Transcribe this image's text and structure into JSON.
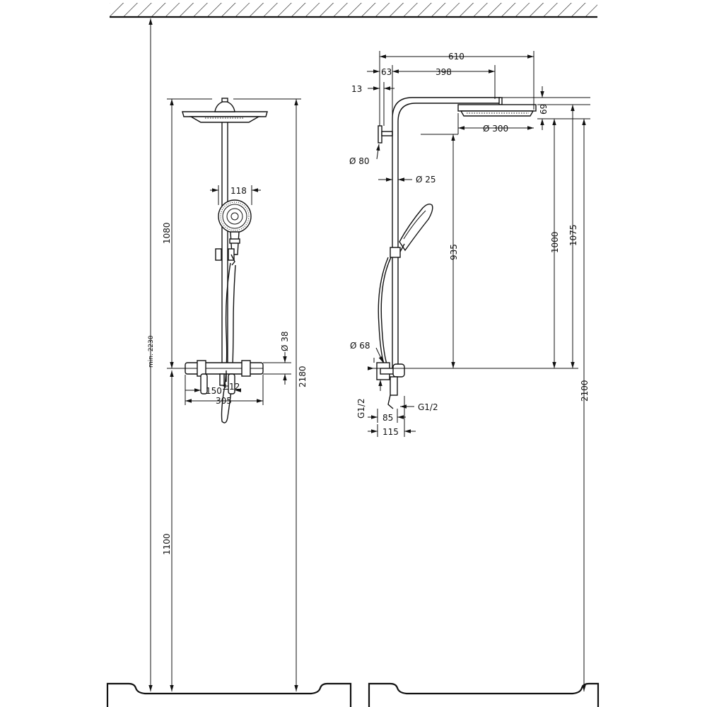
{
  "front_view": {
    "total_min_label": "min. 2230",
    "upper_height": "1080",
    "lower_height": "1100",
    "total_height": "2180",
    "handshower_width": "118",
    "thermostat_diameter": "Ø 38",
    "inlet_centres": "150",
    "inlet_tolerance": "±12",
    "thermostat_width": "305"
  },
  "side_view": {
    "projection_total": "610",
    "wall_to_arm": "63",
    "arm_length": "398",
    "wall_plate_offset": "13",
    "head_thickness": "69",
    "head_diameter": "Ø 300",
    "wall_plate_diameter": "Ø 80",
    "riser_diameter": "Ø 25",
    "bar_height": "935",
    "head_height": "1000",
    "arm_height": "1075",
    "total_height": "2100",
    "escutcheon_diameter": "Ø 68",
    "inlet_thread_left": "G1/2",
    "inlet_thread_right": "G1/2",
    "inlet_depth": "85",
    "mixer_depth": "115"
  }
}
